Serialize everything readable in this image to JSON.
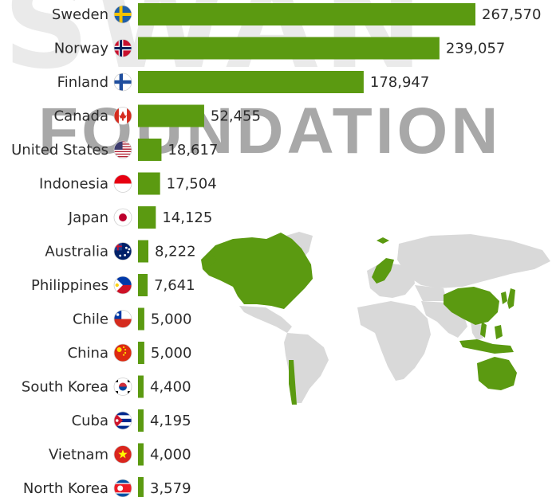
{
  "chart_data": {
    "type": "bar",
    "orientation": "horizontal",
    "categories": [
      "Sweden",
      "Norway",
      "Finland",
      "Canada",
      "United States",
      "Indonesia",
      "Japan",
      "Australia",
      "Philippines",
      "Chile",
      "China",
      "South Korea",
      "Cuba",
      "Vietnam",
      "North Korea"
    ],
    "values": [
      267570,
      239057,
      178947,
      52455,
      18617,
      17504,
      14125,
      8222,
      7641,
      5000,
      5000,
      4400,
      4195,
      4000,
      3579
    ],
    "value_labels": [
      "267,570",
      "239,057",
      "178,947",
      "52,455",
      "18,617",
      "17,504",
      "14,125",
      "8,222",
      "7,641",
      "5,000",
      "5,000",
      "4,400",
      "4,195",
      "4,000",
      "3,579"
    ],
    "flag_icons": [
      "sweden-flag-icon",
      "norway-flag-icon",
      "finland-flag-icon",
      "canada-flag-icon",
      "united-states-flag-icon",
      "indonesia-flag-icon",
      "japan-flag-icon",
      "australia-flag-icon",
      "philippines-flag-icon",
      "chile-flag-icon",
      "china-flag-icon",
      "south-korea-flag-icon",
      "cuba-flag-icon",
      "vietnam-flag-icon",
      "north-korea-flag-icon"
    ],
    "xlim": [
      0,
      267570
    ],
    "grid": false,
    "legend": "none"
  },
  "watermark": {
    "main": "SWAN",
    "sub": "FOUNDATION"
  },
  "colors": {
    "bar": "#5b9a11",
    "map_highlight": "#5b9a11",
    "map_land": "#d9d9d9",
    "text": "#2b2b2b"
  }
}
